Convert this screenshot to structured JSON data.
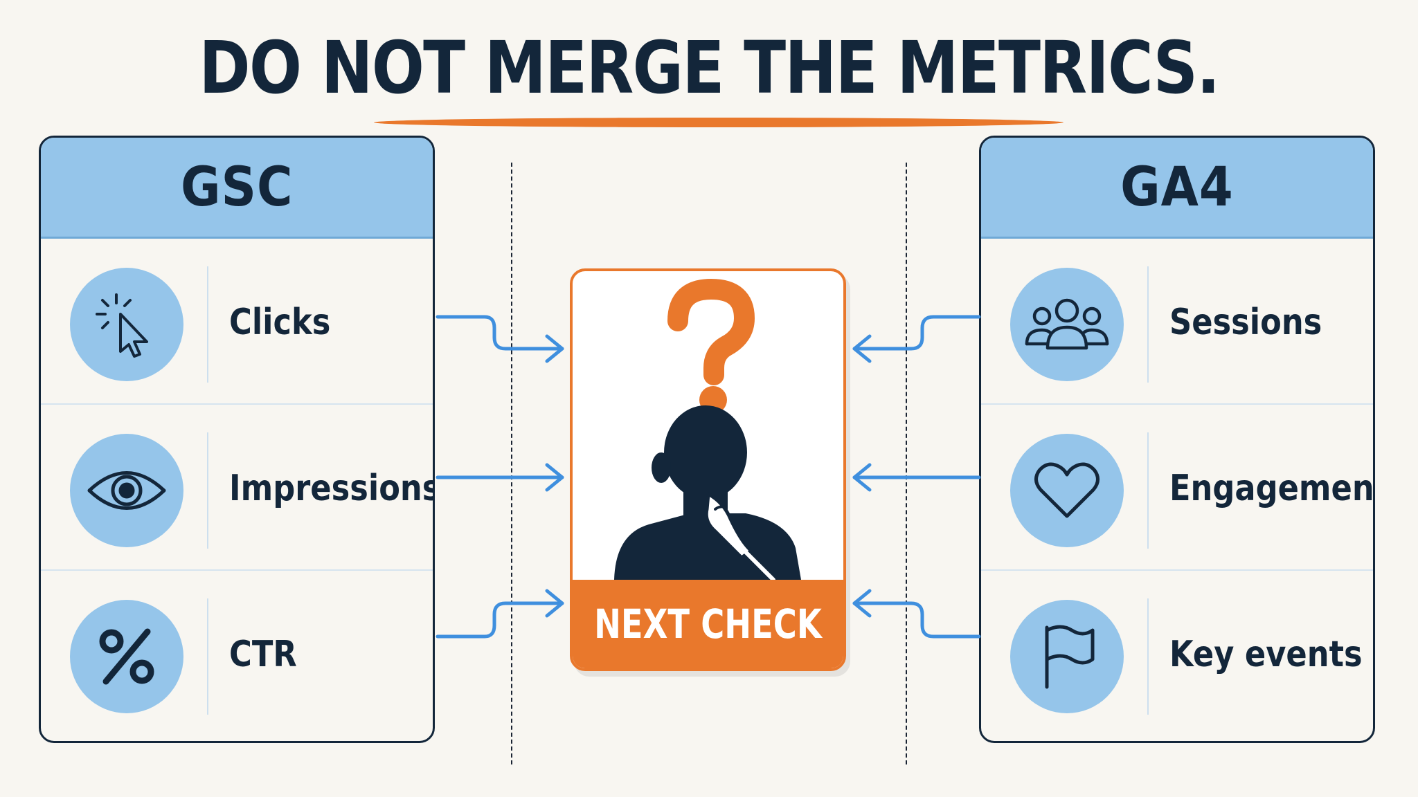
{
  "title": "DO NOT MERGE THE METRICS.",
  "left_panel": {
    "header": "GSC",
    "metrics": [
      {
        "label": "Clicks",
        "icon": "cursor-click-icon"
      },
      {
        "label": "Impressions",
        "icon": "eye-icon"
      },
      {
        "label": "CTR",
        "icon": "percent-icon"
      }
    ]
  },
  "right_panel": {
    "header": "GA4",
    "metrics": [
      {
        "label": "Sessions",
        "icon": "users-group-icon"
      },
      {
        "label": "Engagement",
        "icon": "heart-icon"
      },
      {
        "label": "Key events",
        "icon": "flag-icon"
      }
    ]
  },
  "center_card": {
    "label": "NEXT CHECK",
    "icon": "thinking-person-question-icon"
  },
  "colors": {
    "accent": "#e9782c",
    "panel_header": "#95c5ea",
    "connector": "#3f8fde",
    "ink": "#13263a"
  }
}
